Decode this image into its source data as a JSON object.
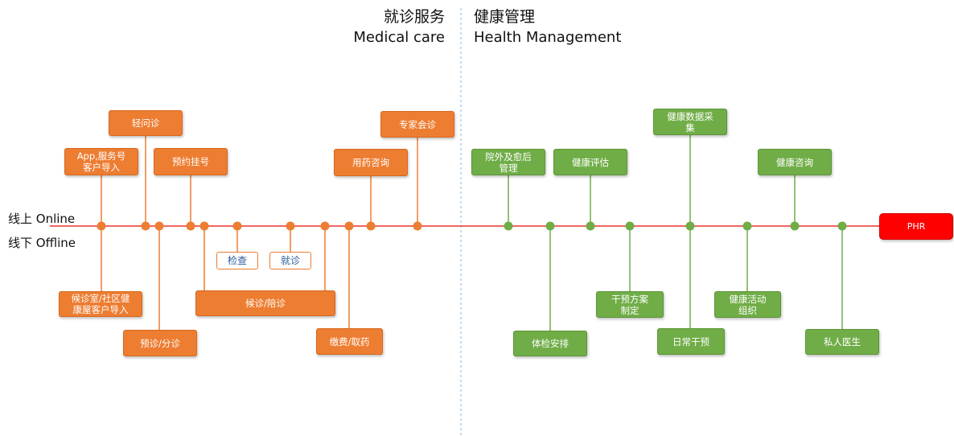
{
  "header": {
    "left_zh": "就诊服务",
    "left_en": "Medical care",
    "right_zh": "健康管理",
    "right_en": "Health Management"
  },
  "rows": {
    "online": "线上  Online",
    "offline": "线下  Offline"
  },
  "colors": {
    "orange": "#ed7d31",
    "green": "#70ad47",
    "red": "#ff0000",
    "axis": "#e8332c",
    "divider": "#9dc3e6"
  },
  "nodes": {
    "app_import": "App,服务号\n客户导入",
    "light_consult": "轻问诊",
    "appointment": "预约挂号",
    "medication_consult": "用药咨询",
    "expert_consult": "专家会诊",
    "waiting_room_import": "候诊室/社区健\n康屋客户导入",
    "triage": "预诊/分诊",
    "examination": "检查",
    "visit": "就诊",
    "waiting_escort": "候诊/陪诊",
    "payment_pickup": "缴费/取药",
    "post_discharge": "院外及愈后\n管理",
    "health_assessment": "健康评估",
    "health_data_collection": "健康数据采\n集",
    "health_consult": "健康咨询",
    "checkup_arrangement": "体检安排",
    "intervention_plan": "干预方案\n制定",
    "daily_intervention": "日常干预",
    "health_activities": "健康活动\n组织",
    "private_doctor": "私人医生",
    "phr": "PHR"
  }
}
